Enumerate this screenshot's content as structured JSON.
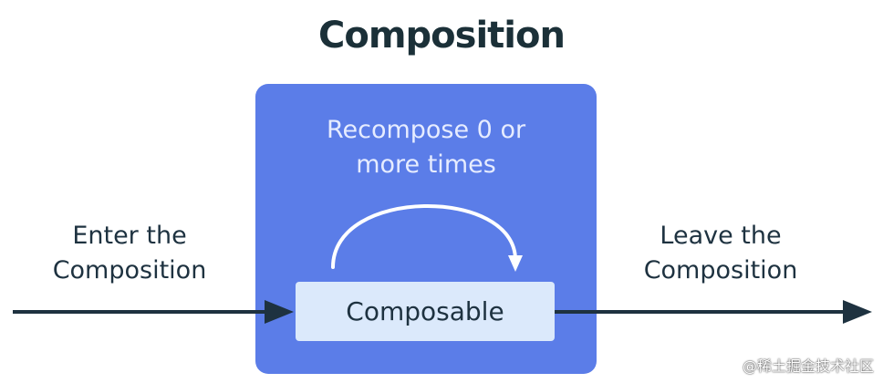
{
  "diagram": {
    "title": "Composition",
    "recompose_line1": "Recompose 0 or",
    "recompose_line2": "more times",
    "enter_line1": "Enter the",
    "enter_line2": "Composition",
    "composable_label": "Composable",
    "leave_line1": "Leave the",
    "leave_line2": "Composition"
  },
  "watermark": "@稀土掘金技术社区",
  "colors": {
    "composition_box": "#5b7de8",
    "composable_box": "#dbe9fb",
    "arrow": "#1e3240",
    "loop_arrow": "#ffffff"
  },
  "icons": {
    "loop": "recompose-loop-arrow-icon",
    "enter": "enter-arrow-icon",
    "leave": "leave-arrow-icon"
  }
}
